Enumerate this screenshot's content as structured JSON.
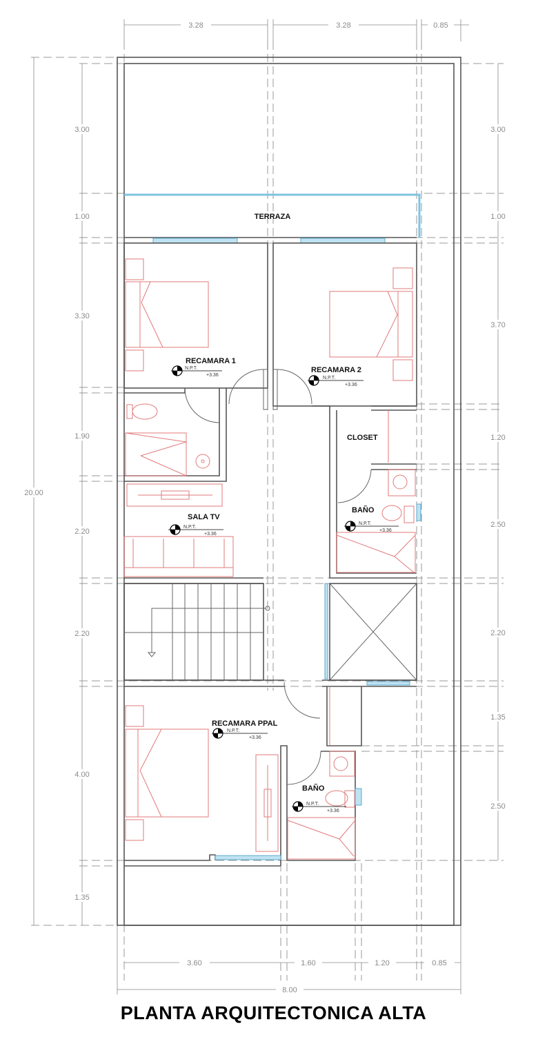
{
  "drawing": {
    "title": "PLANTA ARQUITECTONICA ALTA",
    "colors": {
      "walls": "#555555",
      "dimensions": "#8a8a8a",
      "furniture": "#e07a7a",
      "glazing": "#7fc3e0",
      "labels": "#111111"
    }
  },
  "dimensions": {
    "top": [
      "3.28",
      "3.28",
      "0.85"
    ],
    "bottom": [
      "3.60",
      "1.60",
      "1.20",
      "0.85"
    ],
    "bottom_total": "8.00",
    "left_total": "20.00",
    "left": [
      "3.00",
      "1.00",
      "3.30",
      "1.90",
      "2.20",
      "2.20",
      "4.00",
      "1.35"
    ],
    "right": [
      "3.00",
      "1.00",
      "3.70",
      "1.20",
      "2.50",
      "2.20",
      "1.35",
      "2.50"
    ]
  },
  "rooms": [
    {
      "name": "TERRAZA",
      "level": null
    },
    {
      "name": "RECAMARA 1",
      "level_label": "N.P.T.",
      "level": "+3.36"
    },
    {
      "name": "RECAMARA 2",
      "level_label": "N.P.T.",
      "level": "+3.36"
    },
    {
      "name": "CLOSET",
      "level": null
    },
    {
      "name": "SALA TV",
      "level_label": "N.P.T.",
      "level": "+3.36"
    },
    {
      "name": "BAÑO",
      "level_label": "N.P.T.",
      "level": "+3.36"
    },
    {
      "name": "RECAMARA PPAL",
      "level_label": "N.P.T.",
      "level": "+3.36"
    },
    {
      "name": "BAÑO",
      "level_label": "N.P.T.",
      "level": "+3.36"
    }
  ],
  "icons": {
    "level_marker": "npt-level-marker-icon",
    "stair_arrow": "stair-direction-icon",
    "void": "void-cross-icon"
  }
}
